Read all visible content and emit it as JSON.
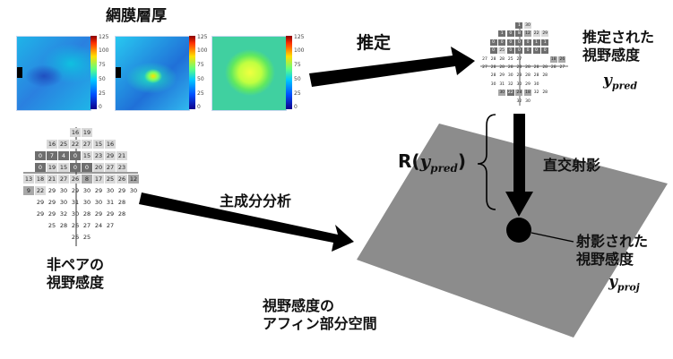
{
  "labels": {
    "retina_thickness": "網膜層厚",
    "estimate": "推定",
    "estimated_vf": "推定された\n視野感度",
    "y_pred_sym": "y",
    "y_pred_sub": "pred",
    "r_open": "R(",
    "r_sym": "y",
    "r_sub": "pred",
    "r_close": ")",
    "orthogonal_projection": "直交射影",
    "pca": "主成分分析",
    "nonpair_vf": "非ペアの\n視野感度",
    "projected_vf": "射影された\n視野感度",
    "y_proj_sym": "y",
    "y_proj_sub": "proj",
    "affine_subspace": "視野感度の\nアフィン部分空間"
  },
  "colorbar_ticks": [
    "125",
    "100",
    "75",
    "50",
    "25",
    "0"
  ],
  "vf_left": [
    [
      "",
      "",
      "",
      "",
      "16",
      "19",
      "",
      "",
      "",
      ""
    ],
    [
      "",
      "",
      "16",
      "25",
      "22",
      "27",
      "15",
      "16",
      "",
      ""
    ],
    [
      "",
      "0",
      "7",
      "4",
      "0",
      "15",
      "23",
      "29",
      "21",
      ""
    ],
    [
      "",
      "0",
      "19",
      "15",
      "0",
      "0",
      "20",
      "27",
      "23",
      ""
    ],
    [
      "13",
      "18",
      "21",
      "27",
      "26",
      "8",
      "17",
      "25",
      "26",
      "12"
    ],
    [
      "9",
      "22",
      "29",
      "30",
      "29",
      "30",
      "29",
      "30",
      "29",
      "30"
    ],
    [
      "",
      "29",
      "29",
      "30",
      "31",
      "30",
      "30",
      "31",
      "28",
      ""
    ],
    [
      "",
      "29",
      "29",
      "32",
      "30",
      "28",
      "29",
      "29",
      "28",
      ""
    ],
    [
      "",
      "",
      "25",
      "28",
      "26",
      "27",
      "24",
      "27",
      "",
      ""
    ],
    [
      "",
      "",
      "",
      "",
      "26",
      "25",
      "",
      "",
      "",
      ""
    ]
  ],
  "vf_left_shade": [
    [
      "",
      "",
      "",
      "",
      "l",
      "l",
      "",
      "",
      "",
      ""
    ],
    [
      "",
      "",
      "l",
      "l",
      "l",
      "l",
      "l",
      "l",
      "",
      ""
    ],
    [
      "",
      "d",
      "d",
      "d",
      "d",
      "l",
      "l",
      "l",
      "l",
      ""
    ],
    [
      "",
      "d",
      "l",
      "l",
      "d",
      "d",
      "l",
      "l",
      "l",
      ""
    ],
    [
      "l",
      "l",
      "l",
      "l",
      "l",
      "m",
      "l",
      "l",
      "l",
      "m"
    ],
    [
      "m",
      "l",
      "",
      "",
      "",
      "",
      "",
      "",
      "",
      ""
    ],
    [
      "",
      "",
      "",
      "",
      "",
      "",
      "",
      "",
      "",
      ""
    ],
    [
      "",
      "",
      "",
      "",
      "",
      "",
      "",
      "",
      "",
      ""
    ],
    [
      "",
      "",
      "",
      "",
      "",
      "",
      "",
      "",
      "",
      ""
    ],
    [
      "",
      "",
      "",
      "",
      "",
      "",
      "",
      "",
      "",
      ""
    ]
  ],
  "vf_right": [
    [
      "",
      "",
      "",
      "",
      "1",
      "30",
      "",
      "",
      "",
      ""
    ],
    [
      "",
      "",
      "1",
      "0",
      "8",
      "12",
      "22",
      "29",
      "",
      ""
    ],
    [
      "",
      "0",
      "0",
      "0",
      "0",
      "0",
      "1",
      "1",
      "",
      ""
    ],
    [
      "",
      "0",
      "25",
      "0",
      "0",
      "0",
      "0",
      "0",
      "",
      ""
    ],
    [
      "27",
      "28",
      "28",
      "25",
      "27",
      "",
      "",
      "",
      "18",
      "26"
    ],
    [
      "27",
      "28",
      "28",
      "28",
      "28",
      "28",
      "28",
      "28",
      "28",
      "27"
    ],
    [
      "",
      "28",
      "29",
      "30",
      "28",
      "28",
      "28",
      "28",
      "",
      ""
    ],
    [
      "",
      "30",
      "31",
      "32",
      "30",
      "29",
      "30",
      "",
      "",
      ""
    ],
    [
      "",
      "",
      "30",
      "22",
      "28",
      "18",
      "32",
      "28",
      "",
      ""
    ],
    [
      "",
      "",
      "",
      "",
      "32",
      "30",
      "",
      "",
      "",
      ""
    ]
  ],
  "vf_right_shade": [
    [
      "",
      "",
      "",
      "",
      "d",
      "l",
      "",
      "",
      "",
      ""
    ],
    [
      "",
      "",
      "d",
      "d",
      "d",
      "m",
      "l",
      "l",
      "",
      ""
    ],
    [
      "",
      "d",
      "d",
      "d",
      "d",
      "d",
      "d",
      "d",
      "",
      ""
    ],
    [
      "",
      "d",
      "l",
      "d",
      "d",
      "d",
      "d",
      "d",
      "",
      ""
    ],
    [
      "",
      "",
      "",
      "",
      "",
      "",
      "",
      "",
      "m",
      "m"
    ],
    [
      "",
      "",
      "",
      "",
      "",
      "",
      "",
      "",
      "",
      ""
    ],
    [
      "",
      "",
      "",
      "",
      "",
      "",
      "",
      "",
      "",
      ""
    ],
    [
      "",
      "",
      "",
      "",
      "",
      "",
      "",
      "",
      "",
      ""
    ],
    [
      "",
      "",
      "m",
      "d",
      "m",
      "m",
      "",
      "",
      "",
      ""
    ],
    [
      "",
      "",
      "",
      "",
      "",
      "",
      "",
      "",
      "",
      ""
    ]
  ],
  "colors": {
    "plane": "#8c8c8c",
    "arrow": "#000000",
    "dark_cell": "#6e6e6e",
    "mid_cell": "#a8a8a8",
    "light_cell": "#d9d9d9"
  }
}
